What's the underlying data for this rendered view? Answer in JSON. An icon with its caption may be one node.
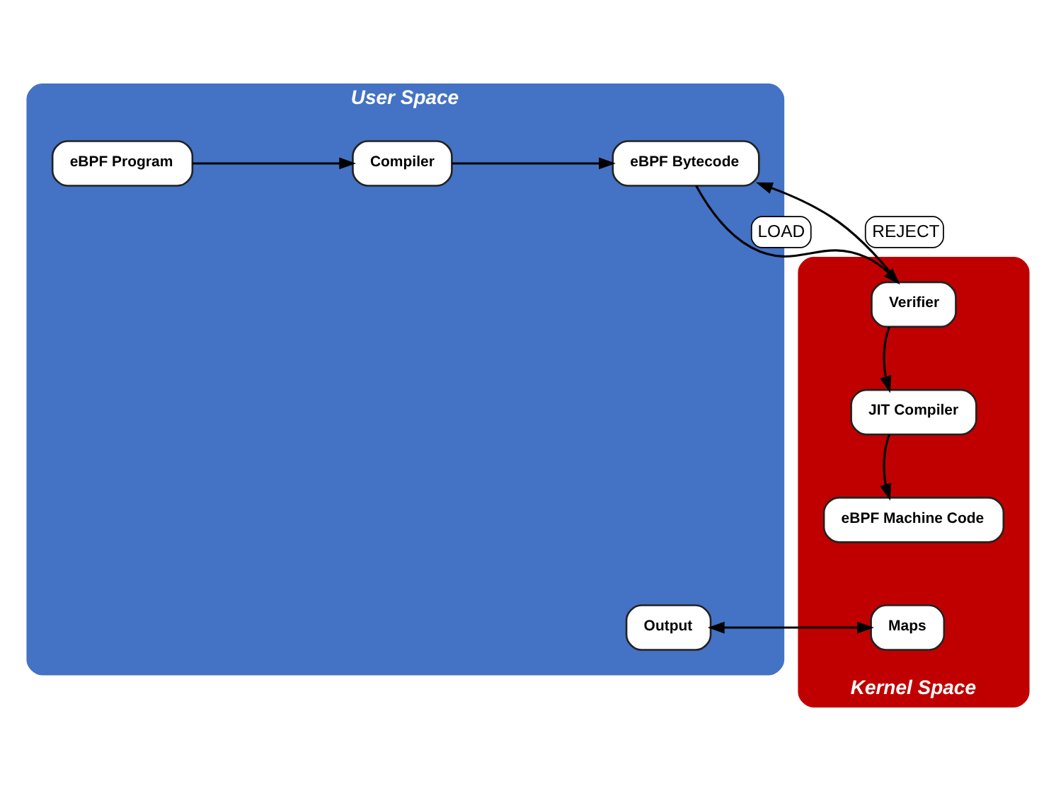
{
  "diagram": {
    "nodes": [
      {
        "text": [
          "User Space"
        ]
      },
      {
        "text": [
          "Kernel Space"
        ]
      },
      {
        "text": [
          "eBPF Program"
        ],
        "in": 0
      },
      {
        "text": [
          "Compiler"
        ],
        "in": 0
      },
      {
        "text": [
          "eBPF Bytecode"
        ],
        "in": 0
      },
      {
        "text": [
          "Verifier"
        ],
        "in": 1
      },
      {
        "text": [
          "JIT Compiler"
        ],
        "in": 1
      },
      {
        "text": [
          "eBPF Machine Code"
        ],
        "in": 1
      },
      {
        "text": [
          "Output"
        ],
        "in": 0
      },
      {
        "text": [
          "Maps"
        ],
        "in": 1
      }
    ],
    "edges": [
      {
        "from": 2,
        "to": 3,
        "arrow": "to"
      },
      {
        "from": 3,
        "to": 4,
        "arrow": "to"
      },
      {
        "from": 5,
        "to": 4,
        "arrow": "to",
        "label": "REJECT"
      },
      {
        "from": 4,
        "to": 5,
        "arrow": "to",
        "label": "LOAD"
      },
      {
        "from": 5,
        "to": 6,
        "arrow": "to"
      },
      {
        "from": 6,
        "to": 7,
        "arrow": "to"
      },
      {
        "from": 8,
        "to": 9,
        "arrow": "both"
      }
    ]
  }
}
